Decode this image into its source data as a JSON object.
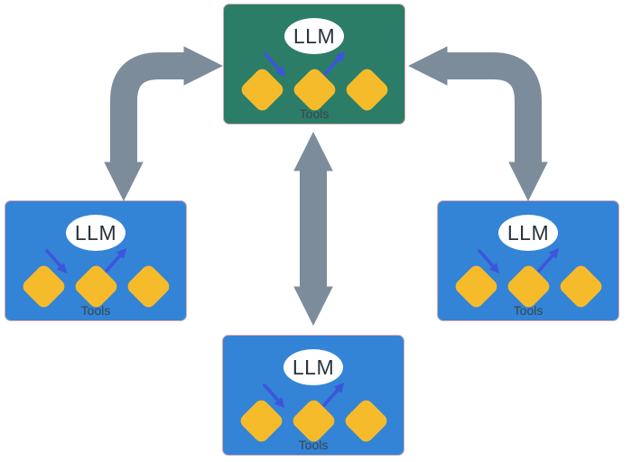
{
  "colors": {
    "top_box": "#2B7D68",
    "peer_box": "#3384D6",
    "diamond": "#F6BB2A",
    "flow_arrow": "#7C8C9B",
    "inner_arrow": "#3D55DB",
    "llm_text": "#26343F",
    "tools_text": "#39454E",
    "node_bubble": "#FFFFFF",
    "node_edge": "#9E232D"
  },
  "nodes": [
    {
      "position": "top",
      "llm_label": "LLM",
      "tools_label": "Tools"
    },
    {
      "position": "left",
      "llm_label": "LLM",
      "tools_label": "Tools"
    },
    {
      "position": "right",
      "llm_label": "LLM",
      "tools_label": "Tools"
    },
    {
      "position": "bottom",
      "llm_label": "LLM",
      "tools_label": "Tools"
    }
  ],
  "connections": [
    {
      "name": "left-elbow-arrow",
      "between": [
        "left",
        "top"
      ],
      "style": "bidirectional"
    },
    {
      "name": "right-elbow-arrow",
      "between": [
        "right",
        "top"
      ],
      "style": "bidirectional"
    },
    {
      "name": "center-vertical-arrow",
      "between": [
        "bottom",
        "top"
      ],
      "style": "bidirectional"
    }
  ]
}
